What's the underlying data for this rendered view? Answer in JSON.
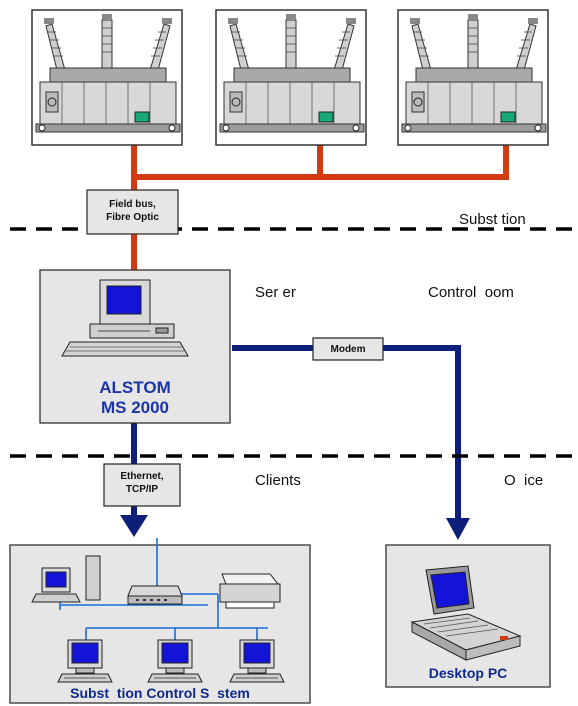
{
  "zones": {
    "substation": "Subst tion",
    "control_room": "Control  oom",
    "office": "O  ice"
  },
  "server_label": "Ser er",
  "clients_label": "Clients",
  "links": {
    "fieldbus_line1": "Field bus,",
    "fieldbus_line2": "Fibre Optic",
    "modem": "Modem",
    "ethernet_line1": "Ethernet,",
    "ethernet_line2": "TCP/IP"
  },
  "server_box": {
    "brand": "ALSTOM",
    "brand_color": "#1a36a8",
    "brand_accent_color": "#e02020",
    "product": "MS 2000"
  },
  "substation_system_label": "Subst  tion Control S  stem",
  "desktop_label": "Desktop PC",
  "colors": {
    "field_bus_link": "#d23a14",
    "network_link": "#0e1f7a",
    "ethernet_link": "#1b6fd6",
    "label_blue": "#102a8c",
    "panel_fill": "#e6e6e6",
    "screen": "#1414d8"
  },
  "icons": {
    "breaker": "switchgear-icon",
    "server": "workstation-icon",
    "laptop": "laptop-icon",
    "printer": "printer-icon",
    "hub": "network-hub-icon"
  }
}
